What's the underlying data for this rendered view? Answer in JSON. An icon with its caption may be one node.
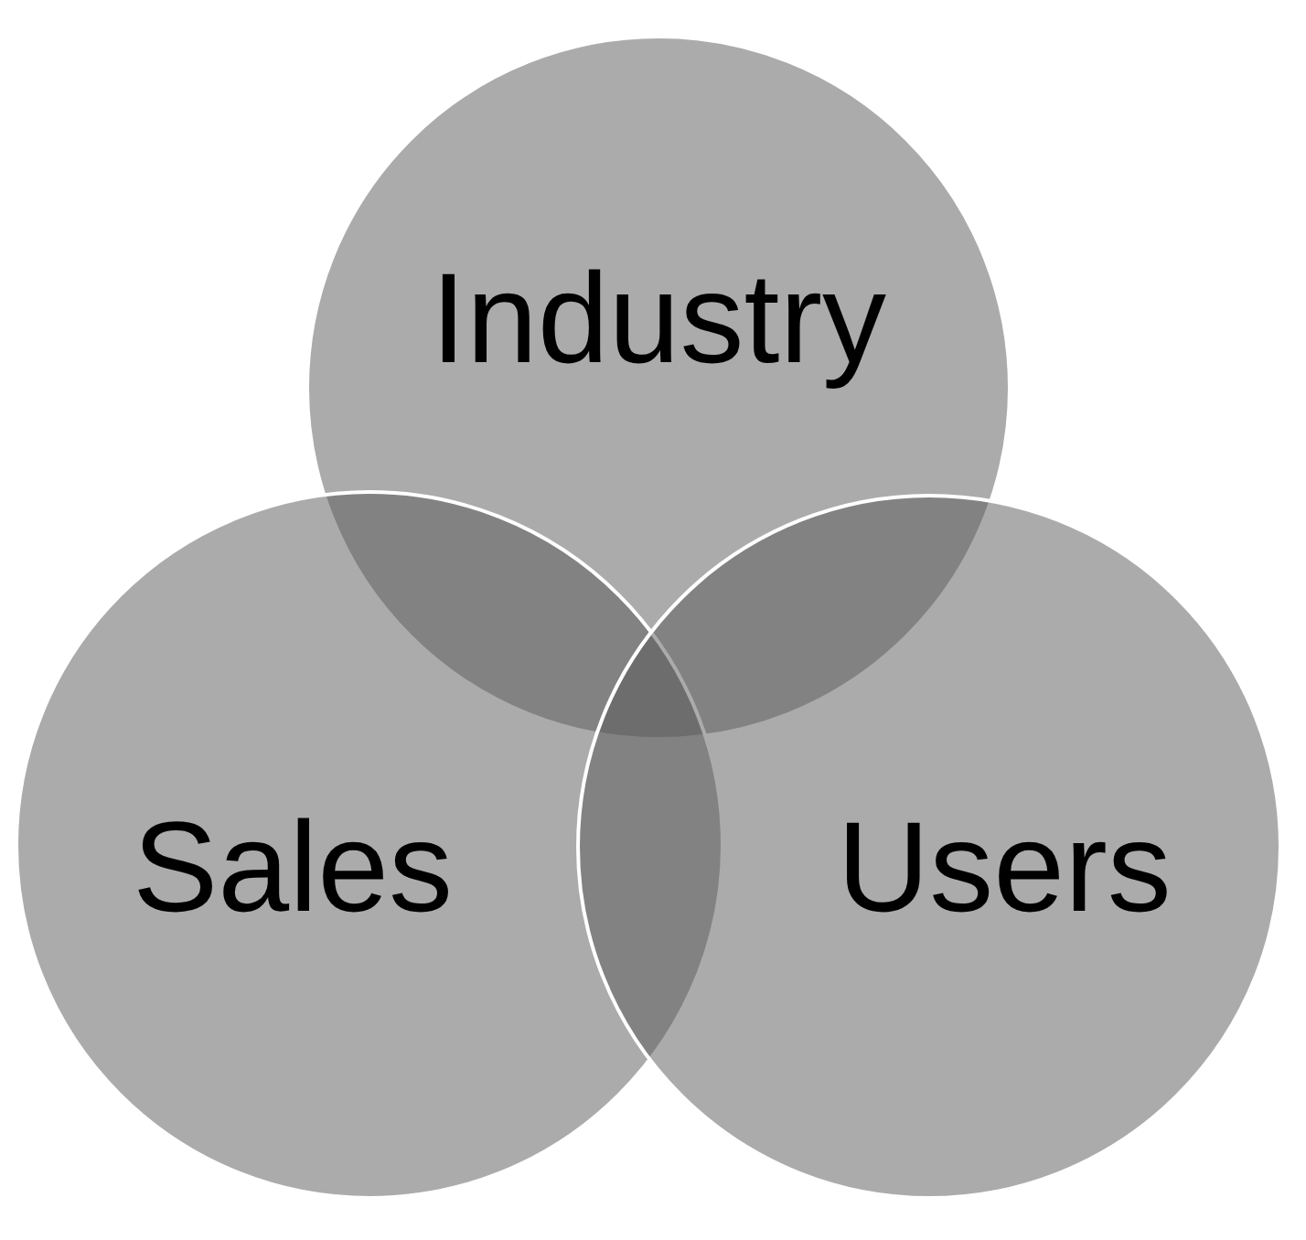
{
  "diagram": {
    "nodes": [
      {
        "text": [
          "Industry"
        ]
      },
      {
        "text": [
          "Sales"
        ]
      },
      {
        "text": [
          "Users"
        ]
      }
    ]
  }
}
